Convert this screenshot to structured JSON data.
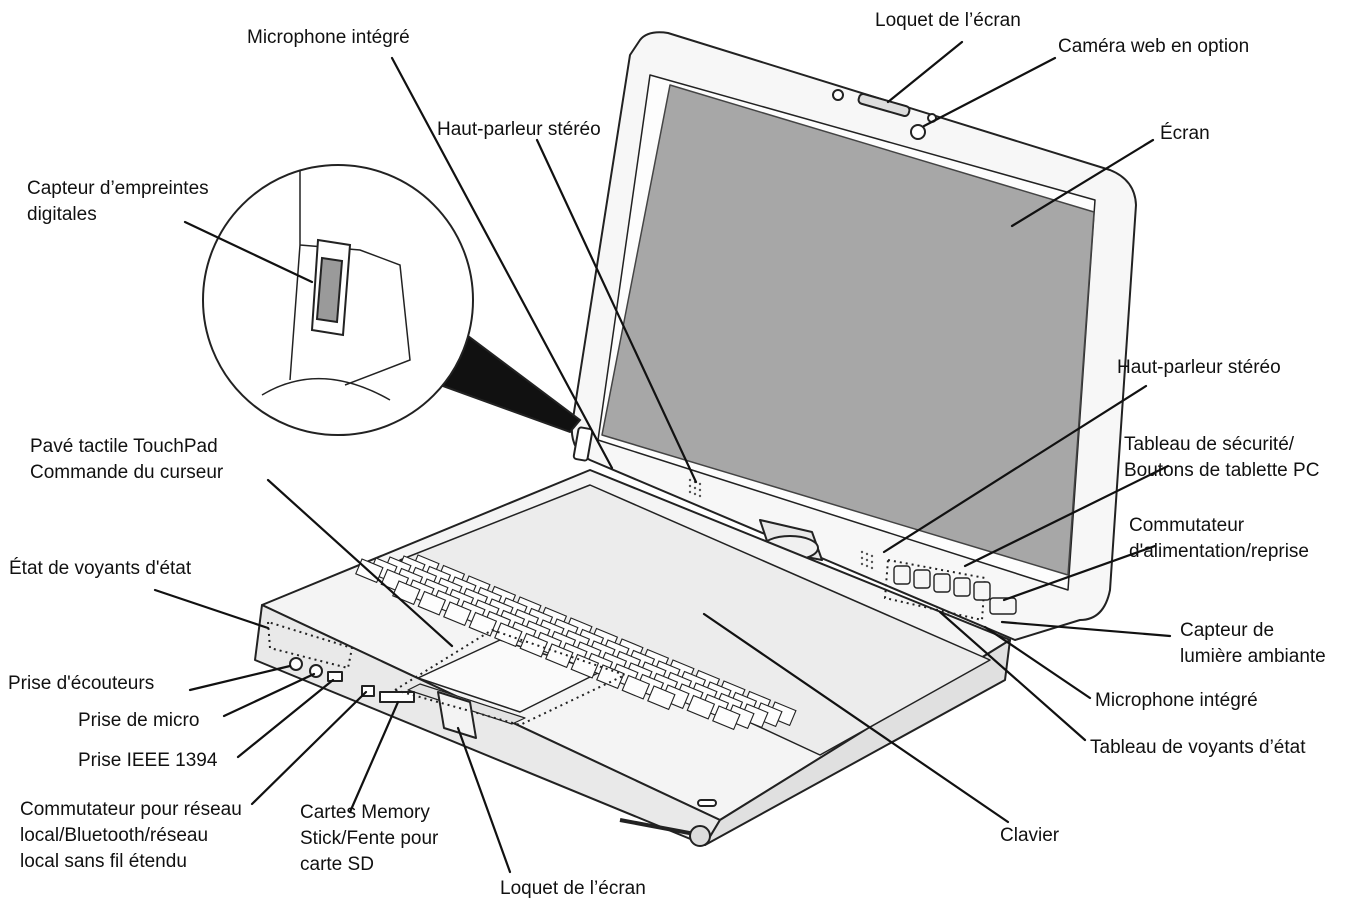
{
  "labels": {
    "microphone_top": "Microphone intégré",
    "screen_latch_top": "Loquet de l’écran",
    "webcam": "Caméra web en option",
    "speaker_top": "Haut-parleur stéréo",
    "screen": "Écran",
    "fingerprint_1": "Capteur d’empreintes",
    "fingerprint_2": "digitales",
    "touchpad_1": "Pavé tactile TouchPad",
    "touchpad_2": "Commande du curseur",
    "speaker_right": "Haut-parleur stéréo",
    "security_1": "Tableau de sécurité/",
    "security_2": "Boutons de tablette PC",
    "power_1": "Commutateur",
    "power_2": "d'alimentation/reprise",
    "status_leds": "État de voyants d'état",
    "headphone": "Prise d'écouteurs",
    "mic_jack": "Prise de micro",
    "ieee": "Prise IEEE 1394",
    "ambient_1": "Capteur de",
    "ambient_2": "lumière ambiante",
    "microphone_right": "Microphone intégré",
    "status_panel": "Tableau de voyants d’état",
    "wireless_1": "Commutateur pour réseau",
    "wireless_2": "local/Bluetooth/réseau",
    "wireless_3": "local sans fil étendu",
    "memory_1": "Cartes Memory",
    "memory_2": "Stick/Fente pour",
    "memory_3": "carte SD",
    "keyboard": "Clavier",
    "screen_latch_bottom": "Loquet de l’écran"
  }
}
